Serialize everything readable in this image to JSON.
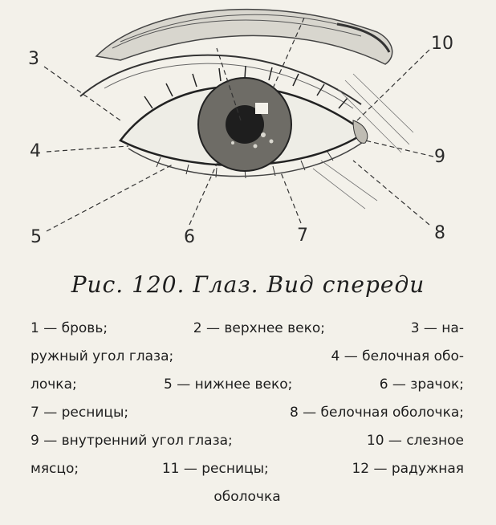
{
  "figure": {
    "callouts": [
      "3",
      "4",
      "5",
      "6",
      "7",
      "8",
      "9",
      "10"
    ]
  },
  "caption": "Рис. 120. Глаз. Вид спереди",
  "legend": {
    "lines": [
      [
        "1 — бровь;",
        "2 — верхнее веко;",
        "3 — на-"
      ],
      [
        "ружный угол глаза;",
        "4 — белочная обо-"
      ],
      [
        "лочка;",
        "5 — нижнее веко;",
        "6 — зрачок;"
      ],
      [
        "7 — ресницы;",
        "8 — белочная оболочка;"
      ],
      [
        "9 — внутренний угол глаза;",
        "10 — слезное"
      ],
      [
        "мясцо;",
        "11 — ресницы;",
        "12 — радужная"
      ],
      [
        "оболочка"
      ]
    ]
  }
}
